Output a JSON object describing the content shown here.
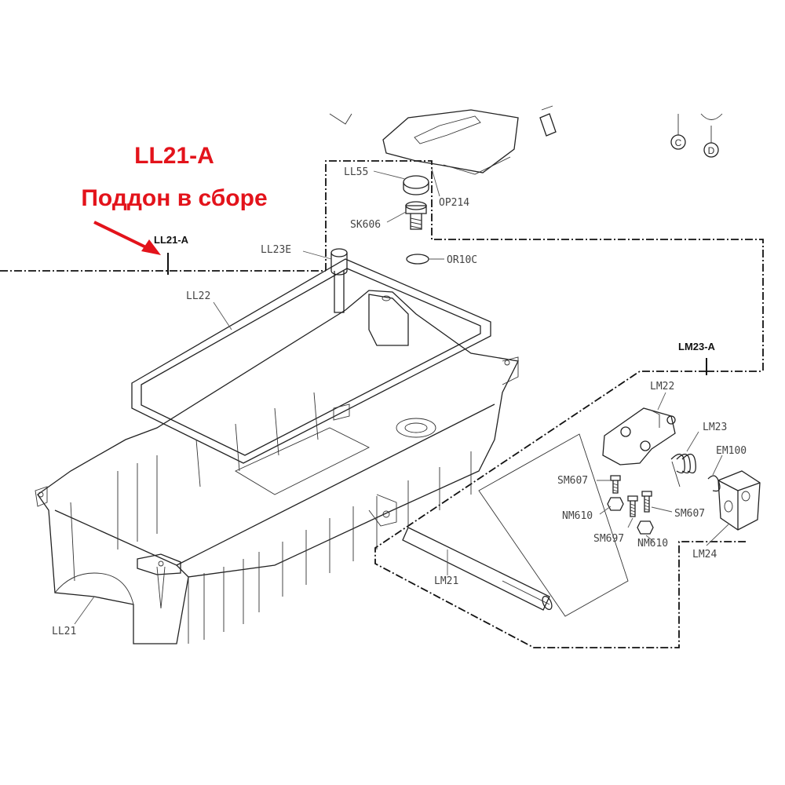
{
  "annotation": {
    "code": "LL21-A",
    "title": "Поддон в сборе",
    "color": "#e3131b"
  },
  "assemblies": {
    "ll21a": "LL21-A",
    "lm23a": "LM23-A"
  },
  "parts": {
    "ll55": "LL55",
    "op214": "OP214",
    "sk606": "SK606",
    "or10c": "OR10C",
    "ll23e": "LL23E",
    "ll22": "LL22",
    "ll21": "LL21",
    "lm22": "LM22",
    "lm23": "LM23",
    "em100": "EM100",
    "sm607_a": "SM607",
    "nm610_a": "NM610",
    "sm697": "SM697",
    "nm610_b": "NM610",
    "sm607_b": "SM607",
    "lm24": "LM24",
    "lm21": "LM21"
  },
  "symbols": {
    "c_mark": "C",
    "d_mark": "D"
  }
}
